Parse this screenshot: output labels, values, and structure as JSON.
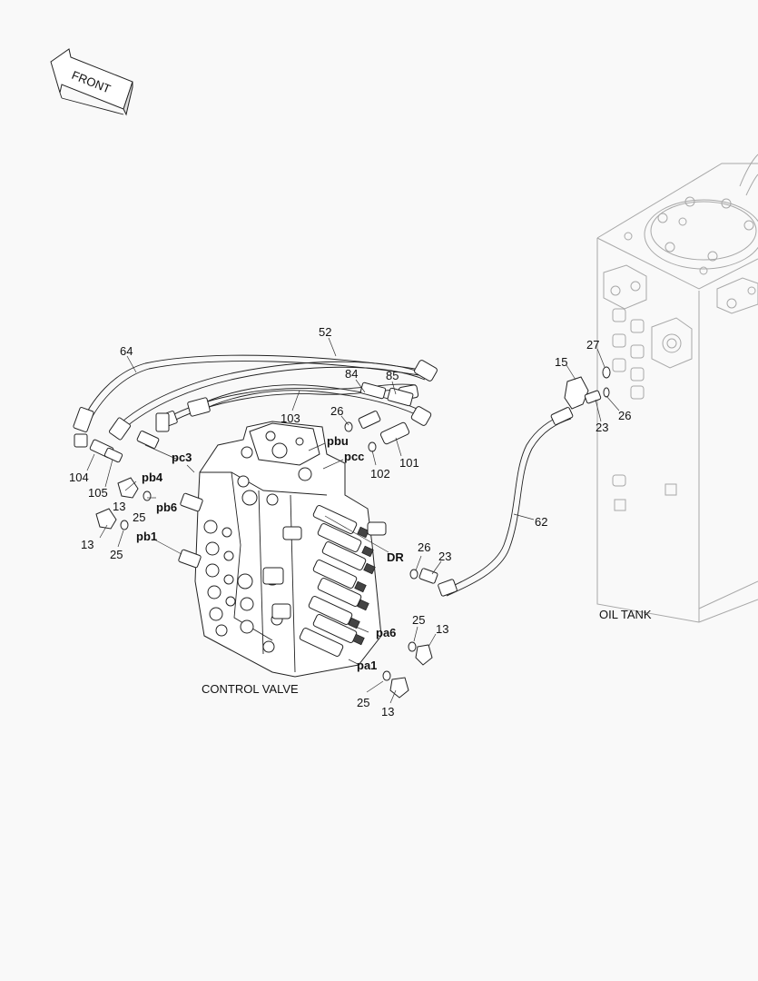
{
  "front_label": "FRONT",
  "titles": {
    "control_valve": "CONTROL VALVE",
    "oil_tank": "OIL TANK"
  },
  "part_numbers": {
    "p64": "64",
    "p52": "52",
    "p84": "84",
    "p85": "85",
    "p103": "103",
    "p26a": "26",
    "p101": "101",
    "p102": "102",
    "p104": "104",
    "p105": "105",
    "p13a": "13",
    "p25a": "25",
    "p13b": "13",
    "p25b": "25",
    "p15": "15",
    "p27": "27",
    "p23a": "23",
    "p26b": "26",
    "p62": "62",
    "p26c": "26",
    "p23b": "23",
    "p25c": "25",
    "p13c": "13",
    "p25d": "25",
    "p13d": "13"
  },
  "ports": {
    "pc3": "pc3",
    "pbu": "pbu",
    "pcc": "pcc",
    "pb4": "pb4",
    "pb6": "pb6",
    "pb1": "pb1",
    "dr": "DR",
    "pa6": "pa6",
    "pa1": "pa1"
  }
}
